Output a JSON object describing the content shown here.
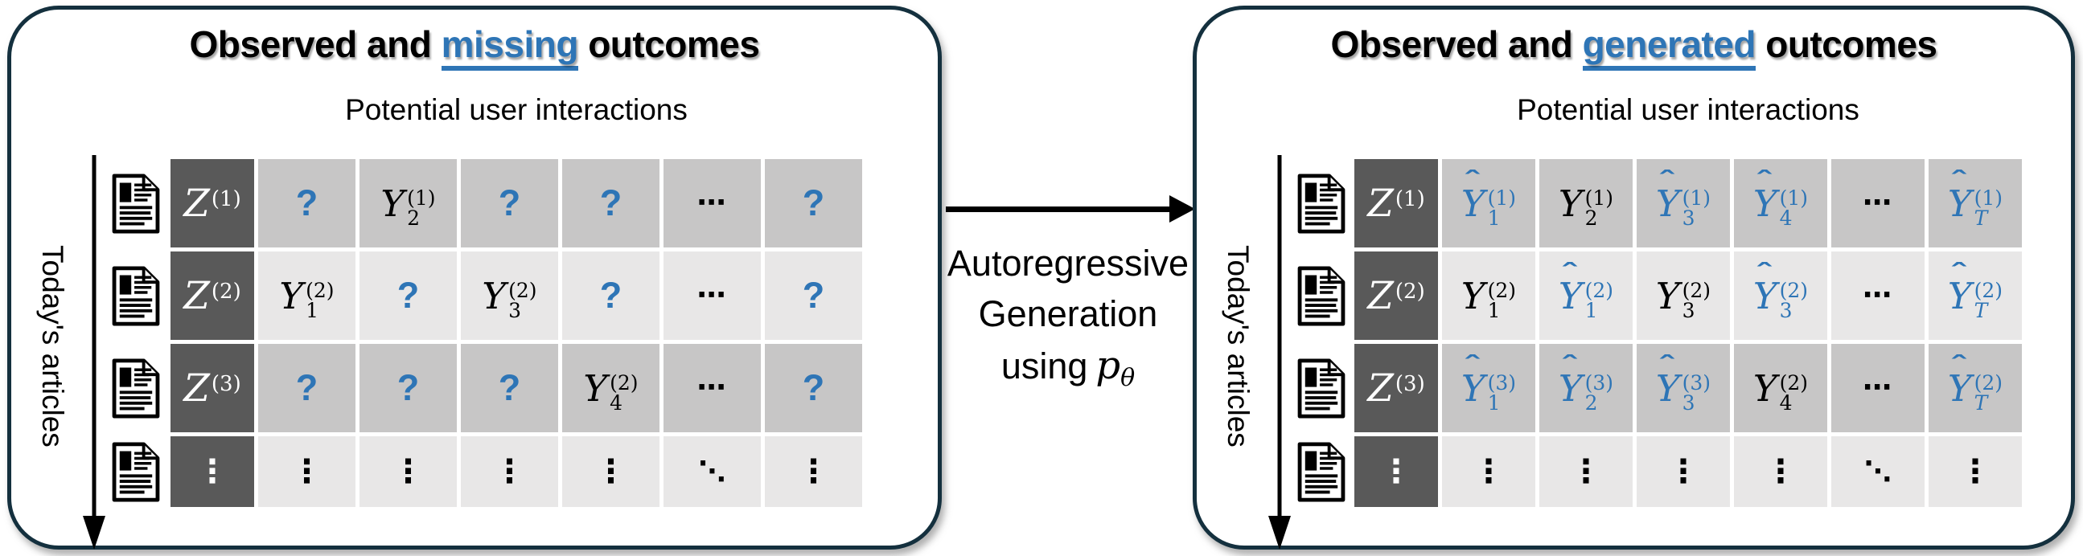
{
  "colors": {
    "accent_blue": "#2E75B6",
    "panel_border": "#14303E",
    "cell_dark": "#595959",
    "row_gray_dark": "#C7C6C6",
    "row_gray_light": "#E8E7E7"
  },
  "glyphs": {
    "hat": "ˆ",
    "question": "?",
    "hdots": "⋯",
    "vdots": "⋮",
    "ddots": "⋱"
  },
  "icon_names": [
    "article-icon",
    "down-arrow-icon",
    "right-arrow-icon"
  ],
  "middle": {
    "line1": "Autoregressive",
    "line2": "Generation",
    "line3": "using",
    "p": "p",
    "theta": "θ"
  },
  "panels": [
    {
      "title_prefix": "Observed and ",
      "title_highlight": "missing",
      "title_suffix": " outcomes",
      "subtitle": "Potential user interactions",
      "side_label": "Today's articles",
      "grid": {
        "rows": [
          [
            {
              "k": "Z",
              "t": "Z",
              "sup": "(1)"
            },
            {
              "k": "q"
            },
            {
              "k": "Y",
              "t": "Y",
              "sub": "2",
              "sup": "(1)"
            },
            {
              "k": "q"
            },
            {
              "k": "q"
            },
            {
              "k": "hdots"
            },
            {
              "k": "q"
            }
          ],
          [
            {
              "k": "Z",
              "t": "Z",
              "sup": "(2)"
            },
            {
              "k": "Y",
              "t": "Y",
              "sub": "1",
              "sup": "(2)"
            },
            {
              "k": "q"
            },
            {
              "k": "Y",
              "t": "Y",
              "sub": "3",
              "sup": "(2)"
            },
            {
              "k": "q"
            },
            {
              "k": "hdots"
            },
            {
              "k": "q"
            }
          ],
          [
            {
              "k": "Z",
              "t": "Z",
              "sup": "(3)"
            },
            {
              "k": "q"
            },
            {
              "k": "q"
            },
            {
              "k": "q"
            },
            {
              "k": "Y",
              "t": "Y",
              "sub": "4",
              "sup": "(2)"
            },
            {
              "k": "hdots"
            },
            {
              "k": "q"
            }
          ],
          [
            {
              "k": "vdots"
            },
            {
              "k": "vdots"
            },
            {
              "k": "vdots"
            },
            {
              "k": "vdots"
            },
            {
              "k": "vdots"
            },
            {
              "k": "ddots"
            },
            {
              "k": "vdots"
            }
          ]
        ]
      }
    },
    {
      "title_prefix": "Observed and ",
      "title_highlight": "generated",
      "title_suffix": " outcomes",
      "subtitle": "Potential user interactions",
      "side_label": "Today's articles",
      "grid": {
        "rows": [
          [
            {
              "k": "Z",
              "t": "Z",
              "sup": "(1)"
            },
            {
              "k": "Y",
              "t": "Y",
              "hat": true,
              "sub": "1",
              "sup": "(1)"
            },
            {
              "k": "Y",
              "t": "Y",
              "sub": "2",
              "sup": "(1)"
            },
            {
              "k": "Y",
              "t": "Y",
              "hat": true,
              "sub": "3",
              "sup": "(1)"
            },
            {
              "k": "Y",
              "t": "Y",
              "hat": true,
              "sub": "4",
              "sup": "(1)"
            },
            {
              "k": "hdots"
            },
            {
              "k": "Y",
              "t": "Y",
              "hat": true,
              "sub": "T",
              "sup": "(1)"
            }
          ],
          [
            {
              "k": "Z",
              "t": "Z",
              "sup": "(2)"
            },
            {
              "k": "Y",
              "t": "Y",
              "sub": "1",
              "sup": "(2)"
            },
            {
              "k": "Y",
              "t": "Y",
              "hat": true,
              "sub": "1",
              "sup": "(2)"
            },
            {
              "k": "Y",
              "t": "Y",
              "sub": "3",
              "sup": "(2)"
            },
            {
              "k": "Y",
              "t": "Y",
              "hat": true,
              "sub": "3",
              "sup": "(2)"
            },
            {
              "k": "hdots"
            },
            {
              "k": "Y",
              "t": "Y",
              "hat": true,
              "sub": "T",
              "sup": "(2)"
            }
          ],
          [
            {
              "k": "Z",
              "t": "Z",
              "sup": "(3)"
            },
            {
              "k": "Y",
              "t": "Y",
              "hat": true,
              "sub": "1",
              "sup": "(3)"
            },
            {
              "k": "Y",
              "t": "Y",
              "hat": true,
              "sub": "2",
              "sup": "(3)"
            },
            {
              "k": "Y",
              "t": "Y",
              "hat": true,
              "sub": "3",
              "sup": "(3)"
            },
            {
              "k": "Y",
              "t": "Y",
              "sub": "4",
              "sup": "(2)"
            },
            {
              "k": "hdots"
            },
            {
              "k": "Y",
              "t": "Y",
              "hat": true,
              "sub": "T",
              "sup": "(2)"
            }
          ],
          [
            {
              "k": "vdots"
            },
            {
              "k": "vdots"
            },
            {
              "k": "vdots"
            },
            {
              "k": "vdots"
            },
            {
              "k": "vdots"
            },
            {
              "k": "ddots"
            },
            {
              "k": "vdots"
            }
          ]
        ]
      }
    }
  ]
}
